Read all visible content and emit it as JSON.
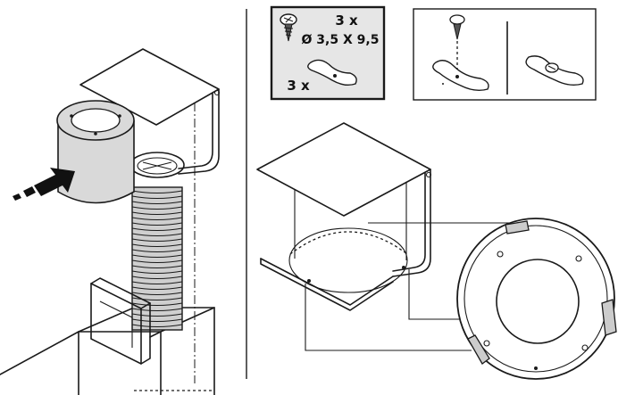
{
  "parts_box": {
    "screw_qty": "3 x",
    "screw_size": "Ø 3,5 X 9,5",
    "bracket_qty": "3 x"
  },
  "colors": {
    "line": "#1a1a1a",
    "panel_fill": "#e6e6e6",
    "cylinder_fill": "#d9d9d9",
    "hose_fill": "#cfcfcf",
    "arrow_fill": "#111111"
  },
  "icons": [
    "screw-icon",
    "bracket-icon",
    "push-arrow-icon",
    "filter-cylinder",
    "flexible-hose",
    "mounting-ring"
  ]
}
